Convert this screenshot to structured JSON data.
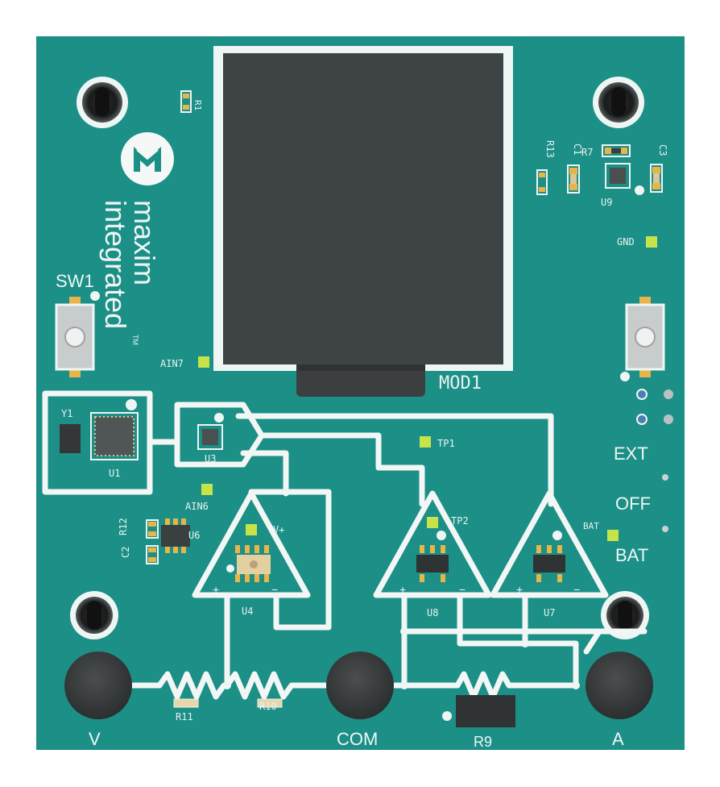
{
  "logo": {
    "line1": "maxim",
    "line2": "integrated",
    "tm": "TM"
  },
  "labels": {
    "r1": "R1",
    "r13": "R13",
    "c1": "C1",
    "r7": "R7",
    "c3": "C3",
    "u9": "U9",
    "gnd": "GND",
    "sw1": "SW1",
    "ain7": "AIN7",
    "mod1": "MOD1",
    "y1": "Y1",
    "u1": "U1",
    "u3": "U3",
    "tp1": "TP1",
    "ain6": "AIN6",
    "tp2": "TP2",
    "v_plus": "V+",
    "r12": "R12",
    "u6": "U6",
    "c2": "C2",
    "u4": "U4",
    "u8": "U8",
    "u7": "U7",
    "bat_tp": "BAT",
    "ext": "EXT",
    "off": "OFF",
    "bat": "BAT",
    "r11": "R11",
    "r10": "R10",
    "r9": "R9",
    "v": "V",
    "com": "COM",
    "a": "A",
    "plus": "+",
    "minus": "−"
  },
  "colors": {
    "board": "#1c8f87",
    "silkscreen": "#eef6f4",
    "module": "#3e4445",
    "pad": "#e7b54a",
    "test_point": "#c7e34a",
    "terminal": "#3a3d3d"
  },
  "icons": {
    "logo": "maxim-logo-icon",
    "switch": "tactile-switch-icon",
    "terminal": "banana-jack-icon",
    "mount": "mounting-hole-icon"
  }
}
